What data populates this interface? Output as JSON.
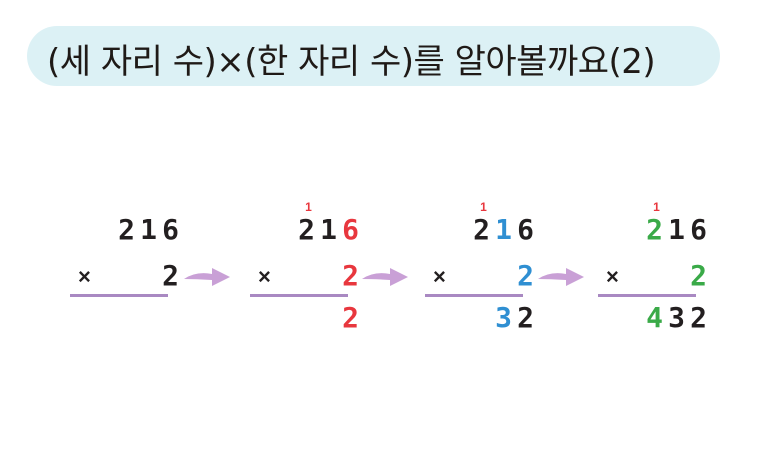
{
  "title": "(세 자리 수)×(한 자리 수)를 알아볼까요(2)",
  "steps": [
    {
      "multiplicand": [
        "2",
        "1",
        "6"
      ],
      "multiplicand_colors": [
        "dark",
        "dark",
        "dark"
      ],
      "times_symbol": "×",
      "multiplier": "2",
      "multiplier_color": "dark",
      "carry": "",
      "result": [
        "",
        "",
        ""
      ],
      "result_colors": [
        "dark",
        "dark",
        "dark"
      ]
    },
    {
      "multiplicand": [
        "2",
        "1",
        "6"
      ],
      "multiplicand_colors": [
        "dark",
        "dark",
        "red"
      ],
      "times_symbol": "×",
      "multiplier": "2",
      "multiplier_color": "red",
      "carry": "1",
      "result": [
        "",
        "",
        "2"
      ],
      "result_colors": [
        "dark",
        "dark",
        "red"
      ]
    },
    {
      "multiplicand": [
        "2",
        "1",
        "6"
      ],
      "multiplicand_colors": [
        "dark",
        "blue",
        "dark"
      ],
      "times_symbol": "×",
      "multiplier": "2",
      "multiplier_color": "blue",
      "carry": "1",
      "result": [
        "",
        "3",
        "2"
      ],
      "result_colors": [
        "dark",
        "blue",
        "dark"
      ]
    },
    {
      "multiplicand": [
        "2",
        "1",
        "6"
      ],
      "multiplicand_colors": [
        "green",
        "dark",
        "dark"
      ],
      "times_symbol": "×",
      "multiplier": "2",
      "multiplier_color": "green",
      "carry": "1",
      "result": [
        "4",
        "3",
        "2"
      ],
      "result_colors": [
        "green",
        "dark",
        "dark"
      ]
    }
  ],
  "colors": {
    "dark": "#231f20",
    "red": "#e8373e",
    "blue": "#2f8fd2",
    "green": "#3aaa48",
    "line": "#a989c2",
    "arrow": "#c9a0d6",
    "title_bg": "#dcf1f5"
  },
  "arrow_icon": "right-arrow-icon"
}
